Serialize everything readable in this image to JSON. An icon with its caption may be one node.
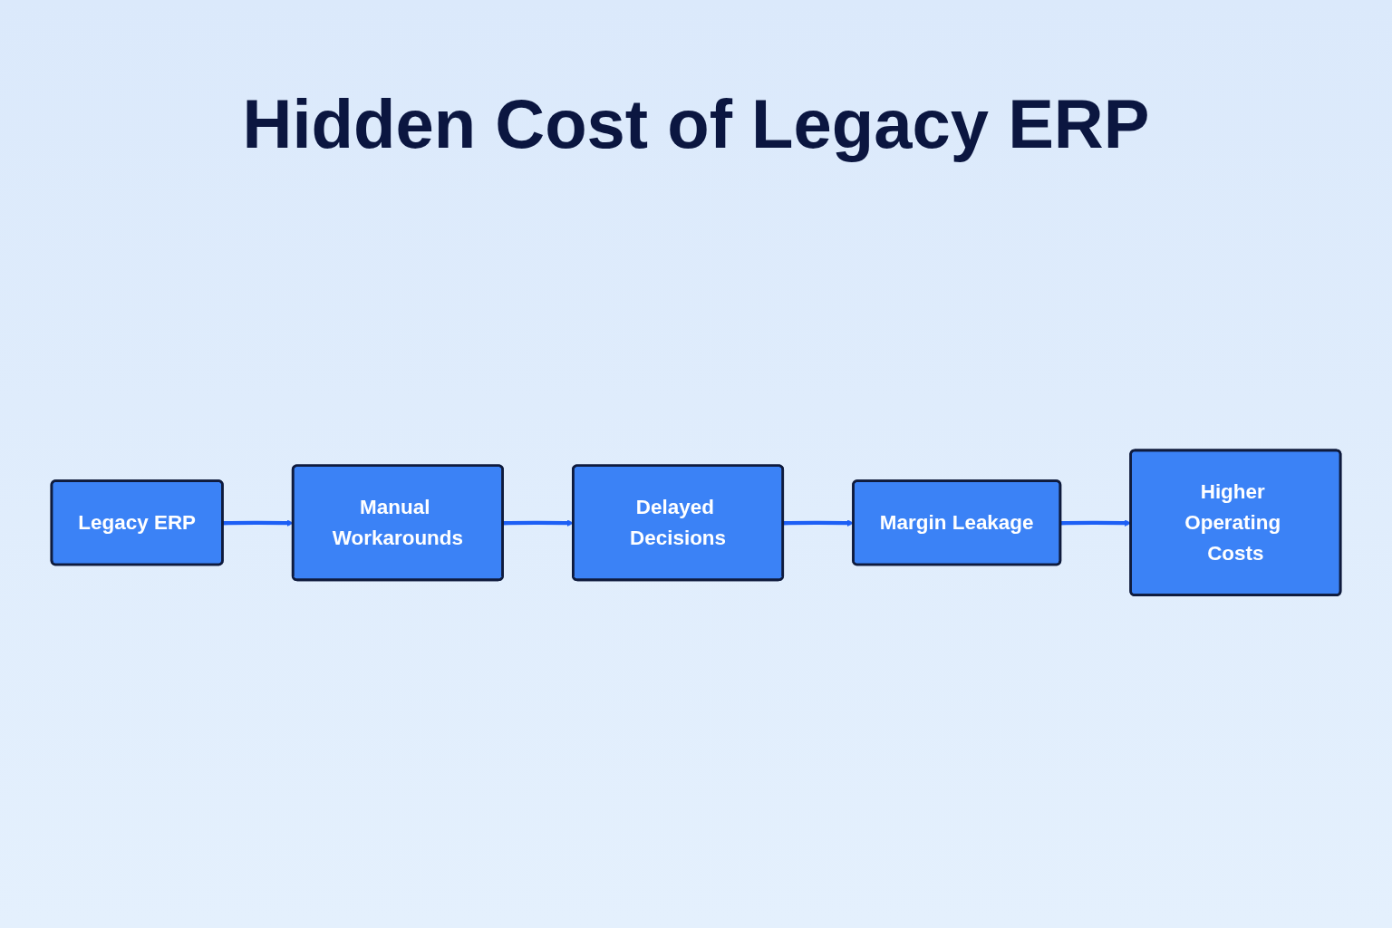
{
  "diagram": {
    "title": "Hidden Cost of Legacy ERP",
    "nodes": [
      {
        "text": [
          "Legacy ERP"
        ]
      },
      {
        "text": [
          "Manual Workarounds"
        ]
      },
      {
        "text": [
          "Delayed Decisions"
        ]
      },
      {
        "text": [
          "Margin Leakage"
        ]
      },
      {
        "text": [
          "Higher Operating Costs"
        ]
      }
    ],
    "edges": [
      {
        "from": 0,
        "to": 1,
        "arrow": "to"
      },
      {
        "from": 1,
        "to": 2,
        "arrow": "to"
      },
      {
        "from": 2,
        "to": 3,
        "arrow": "to"
      },
      {
        "from": 3,
        "to": 4,
        "arrow": "to"
      }
    ]
  }
}
